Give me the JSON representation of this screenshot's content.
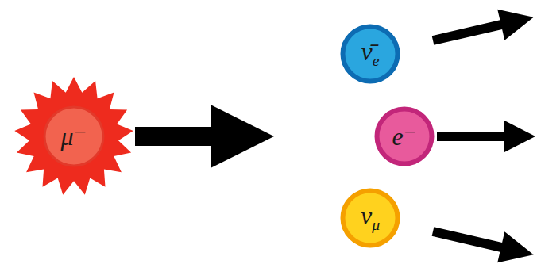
{
  "diagram": {
    "nodes": [
      {
        "text": [
          "μ⁻"
        ]
      },
      {
        "text": [
          "ν̄e"
        ]
      },
      {
        "text": [
          "e⁻"
        ]
      },
      {
        "text": [
          "νμ"
        ]
      }
    ]
  }
}
